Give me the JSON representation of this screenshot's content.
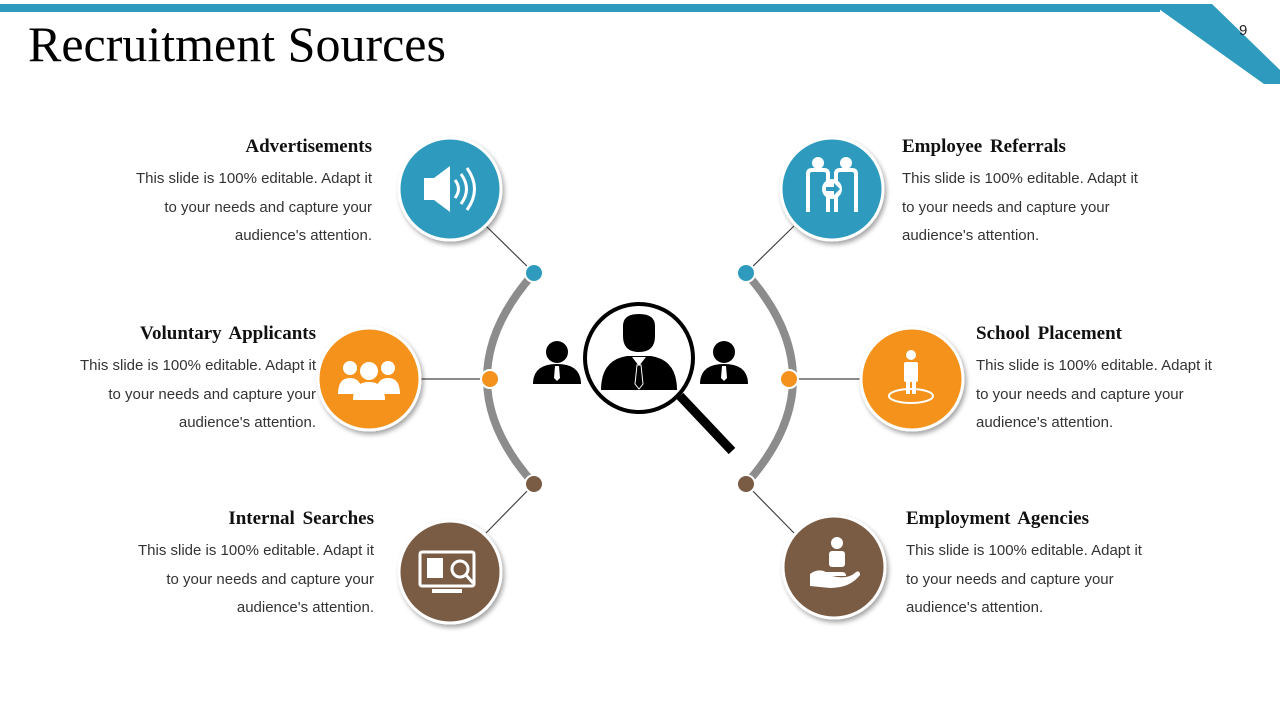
{
  "slide": {
    "title": "Recruitment Sources",
    "page_number": "9"
  },
  "colors": {
    "accent_blue": "#2E9BBE",
    "accent_orange": "#F5921E",
    "accent_brown": "#7A5C44",
    "arc_gray": "#8C8C8C",
    "connector": "#555555"
  },
  "sources": [
    {
      "title": "Advertisements",
      "body": "This slide is 100% editable. Adapt it to your needs and capture your audience's attention.",
      "icon": "megaphone-icon",
      "color": "accent_blue"
    },
    {
      "title": "Voluntary Applicants",
      "body": "This slide is 100% editable. Adapt it to your needs and capture your audience's attention.",
      "icon": "people-group-icon",
      "color": "accent_orange"
    },
    {
      "title": "Internal Searches",
      "body": "This slide is 100% editable. Adapt it to your needs and capture your audience's attention.",
      "icon": "computer-search-icon",
      "color": "accent_brown"
    },
    {
      "title": "Employee Referrals",
      "body": "This slide is 100% editable. Adapt it to your needs and capture your audience's attention.",
      "icon": "referral-icon",
      "color": "accent_blue"
    },
    {
      "title": "School Placement",
      "body": "This slide is 100% editable. Adapt it to your needs and capture your audience's attention.",
      "icon": "person-pin-icon",
      "color": "accent_orange"
    },
    {
      "title": "Employment Agencies",
      "body": "This slide is 100% editable. Adapt it to your needs and capture your audience's attention.",
      "icon": "hand-person-icon",
      "color": "accent_brown"
    }
  ],
  "center": {
    "icon": "magnifier-people-icon"
  }
}
